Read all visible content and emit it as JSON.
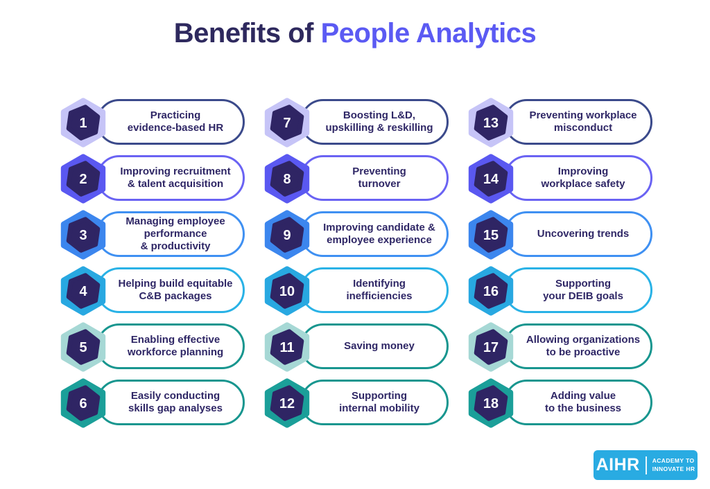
{
  "title": {
    "prefix": "Benefits of",
    "highlight": "People Analytics"
  },
  "colors": {
    "page_bg": "#ffffff",
    "title_navy": "#2e295e",
    "title_violet": "#5b5af3",
    "inner_hex": "#2f2564",
    "number_text": "#ffffff",
    "pill_text": "#2f2766",
    "pill_bg": "#ffffff",
    "logo_bg": "#29abe2",
    "row_palette": [
      "#c6c4f7",
      "#5a58f1",
      "#3c86ee",
      "#28a8e1",
      "#a6d8d5",
      "#1b9f99"
    ]
  },
  "items": [
    {
      "number": "1",
      "lines": [
        "Practicing",
        "evidence-based HR"
      ],
      "hex_color": "#c6c4f7",
      "pill_border": "#3b4a8b"
    },
    {
      "number": "2",
      "lines": [
        "Improving recruitment",
        "& talent acquisition"
      ],
      "hex_color": "#5a58f1",
      "pill_border": "#6a63f3"
    },
    {
      "number": "3",
      "lines": [
        "Managing employee",
        "performance",
        "& productivity"
      ],
      "hex_color": "#3c86ee",
      "pill_border": "#3f90f2"
    },
    {
      "number": "4",
      "lines": [
        "Helping build equitable",
        "C&B packages"
      ],
      "hex_color": "#28a8e1",
      "pill_border": "#29b2e6"
    },
    {
      "number": "5",
      "lines": [
        "Enabling effective",
        "workforce planning"
      ],
      "hex_color": "#a6d8d5",
      "pill_border": "#18968f"
    },
    {
      "number": "6",
      "lines": [
        "Easily conducting",
        "skills gap analyses"
      ],
      "hex_color": "#1b9f99",
      "pill_border": "#18968f"
    },
    {
      "number": "7",
      "lines": [
        "Boosting L&D,",
        "upskilling & reskilling"
      ],
      "hex_color": "#c6c4f7",
      "pill_border": "#3b4a8b"
    },
    {
      "number": "8",
      "lines": [
        "Preventing",
        "turnover"
      ],
      "hex_color": "#5a58f1",
      "pill_border": "#6a63f3"
    },
    {
      "number": "9",
      "lines": [
        "Improving candidate &",
        "employee experience"
      ],
      "hex_color": "#3c86ee",
      "pill_border": "#3f90f2"
    },
    {
      "number": "10",
      "lines": [
        "Identifying",
        "inefficiencies"
      ],
      "hex_color": "#28a8e1",
      "pill_border": "#29b2e6"
    },
    {
      "number": "11",
      "lines": [
        "Saving money"
      ],
      "hex_color": "#a6d8d5",
      "pill_border": "#18968f"
    },
    {
      "number": "12",
      "lines": [
        "Supporting",
        "internal mobility"
      ],
      "hex_color": "#1b9f99",
      "pill_border": "#18968f"
    },
    {
      "number": "13",
      "lines": [
        "Preventing workplace",
        "misconduct"
      ],
      "hex_color": "#c6c4f7",
      "pill_border": "#3b4a8b"
    },
    {
      "number": "14",
      "lines": [
        "Improving",
        "workplace safety"
      ],
      "hex_color": "#5a58f1",
      "pill_border": "#6a63f3"
    },
    {
      "number": "15",
      "lines": [
        "Uncovering trends"
      ],
      "hex_color": "#3c86ee",
      "pill_border": "#3f90f2"
    },
    {
      "number": "16",
      "lines": [
        "Supporting",
        "your DEIB goals"
      ],
      "hex_color": "#28a8e1",
      "pill_border": "#29b2e6"
    },
    {
      "number": "17",
      "lines": [
        "Allowing organizations",
        "to be proactive"
      ],
      "hex_color": "#a6d8d5",
      "pill_border": "#18968f"
    },
    {
      "number": "18",
      "lines": [
        "Adding value",
        "to the business"
      ],
      "hex_color": "#1b9f99",
      "pill_border": "#18968f"
    }
  ],
  "logo": {
    "brand": "AIHR",
    "tagline_line1": "ACADEMY TO",
    "tagline_line2": "INNOVATE HR"
  }
}
